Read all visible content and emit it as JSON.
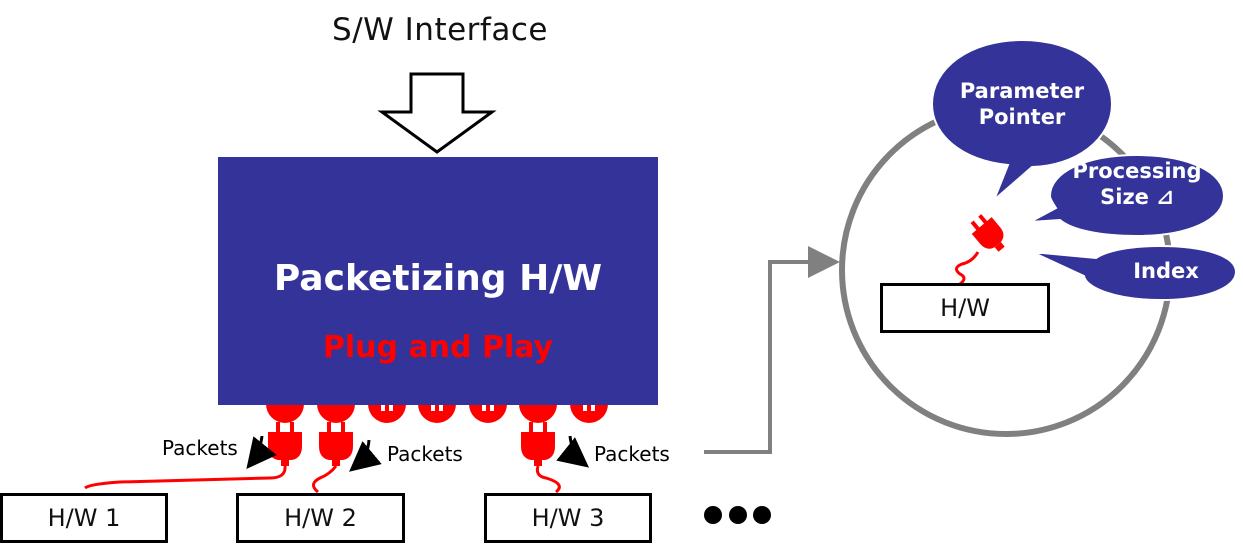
{
  "title": "S/W Interface",
  "main": {
    "label": "Packetizing H/W",
    "subtitle": "Plug and Play"
  },
  "packets_label": "Packets",
  "hw_boxes": [
    "H/W 1",
    "H/W 2",
    "H/W 3"
  ],
  "zoom": {
    "hw_label": "H/W",
    "bubbles": {
      "parameter_pointer": "Parameter\nPointer",
      "processing_size": "Processing\nSize ⊿",
      "index": "Index"
    }
  },
  "colors": {
    "main_box": "#333399",
    "plug": "#ff0000",
    "bubble": "#333399",
    "circle": "#808080"
  }
}
